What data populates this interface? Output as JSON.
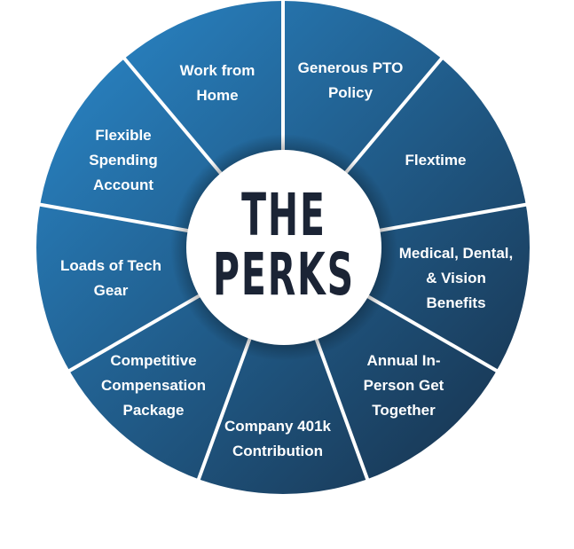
{
  "title": {
    "line1": "THE",
    "line2": "PERKS"
  },
  "colors": {
    "light": "#2a89cc",
    "dark": "#172f48",
    "text": "#1b2435",
    "divider": "#ffffff"
  },
  "segments": [
    {
      "label": "Work from\nHome"
    },
    {
      "label": "Generous PTO\nPolicy"
    },
    {
      "label": "Flextime"
    },
    {
      "label": "Medical, Dental,\n& Vision\nBenefits"
    },
    {
      "label": "Annual In-\nPerson Get\nTogether"
    },
    {
      "label": "Company 401k\nContribution"
    },
    {
      "label": "Competitive\nCompensation\nPackage"
    },
    {
      "label": "Loads of Tech\nGear"
    },
    {
      "label": "Flexible\nSpending\nAccount"
    }
  ]
}
